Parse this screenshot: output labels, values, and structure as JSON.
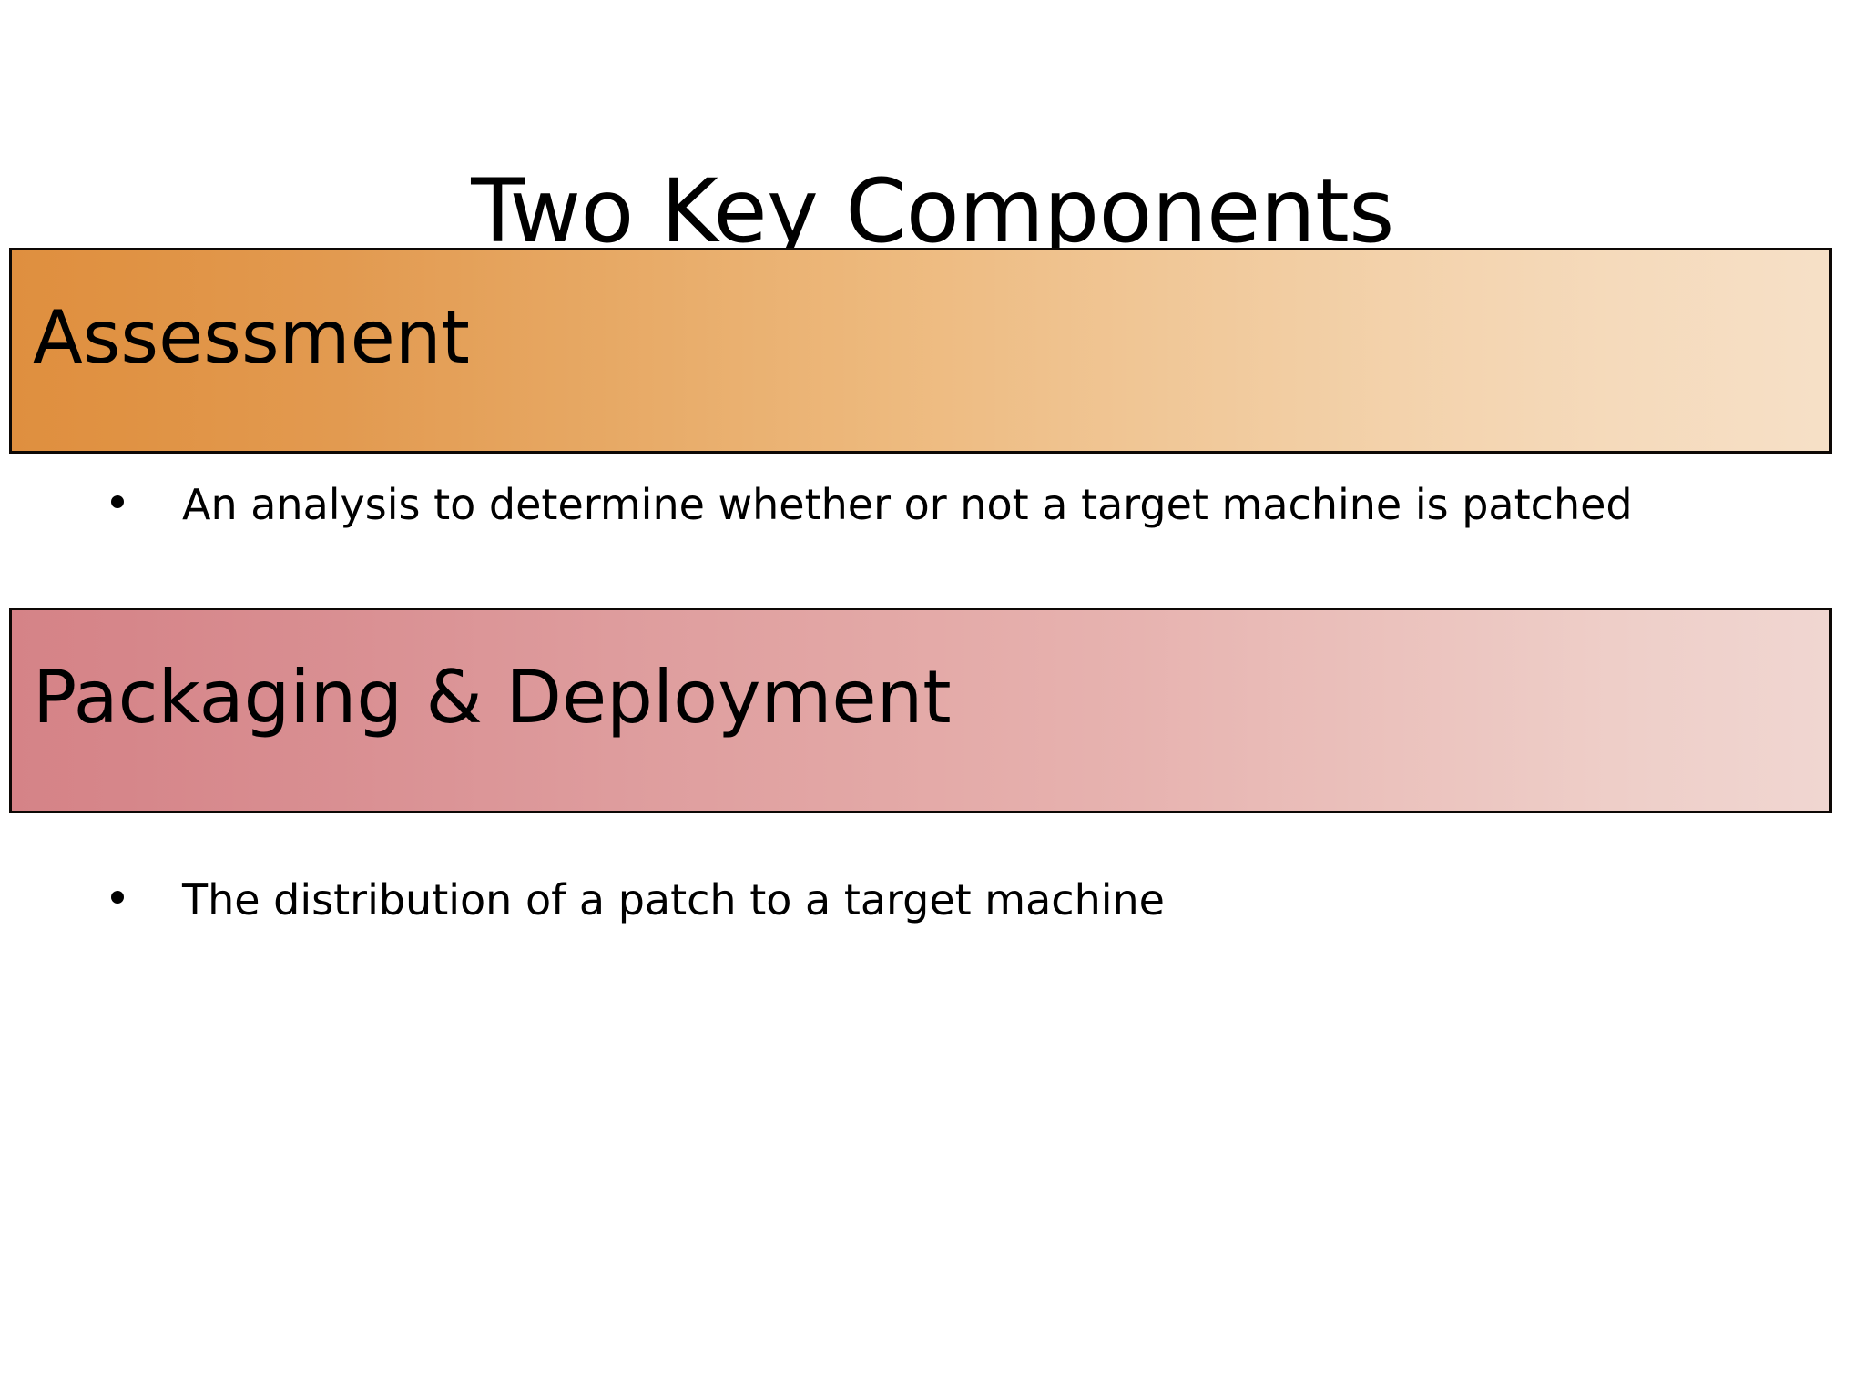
{
  "slide": {
    "title": "Two Key Components",
    "background_color": "#FFFFFF",
    "sections": [
      {
        "banner_label": "Assessment",
        "banner_gradient_start": "#DF8F3F",
        "banner_gradient_end": "#F6E0C7",
        "banner_border_color": "#0D0805",
        "bullets": [
          {
            "marker": "bullet-dot",
            "text": "An analysis to determine whether or not a target machine is patched"
          }
        ]
      },
      {
        "banner_label": "Packaging & Deployment",
        "banner_gradient_start": "#D58387",
        "banner_gradient_end": "#F0D6D1",
        "banner_border_color": "#0D0805",
        "bullets": [
          {
            "marker": "bullet-dot",
            "text": "The distribution of a patch to a target machine"
          }
        ]
      }
    ]
  }
}
